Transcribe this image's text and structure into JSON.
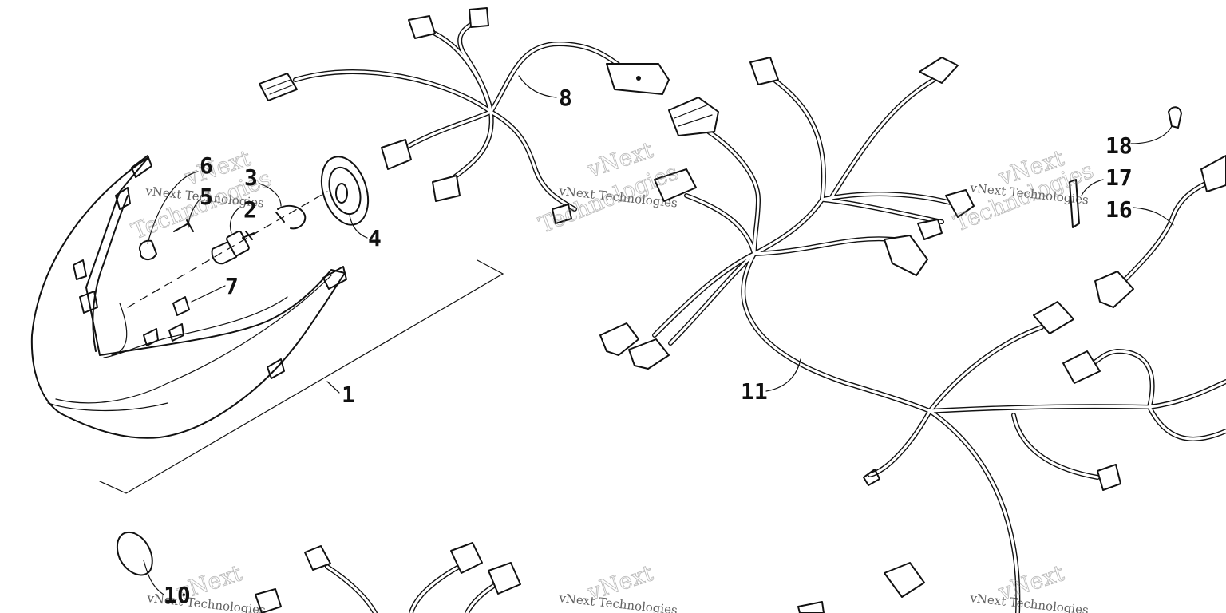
{
  "callouts": [
    {
      "id": "c1",
      "text": "1"
    },
    {
      "id": "c2",
      "text": "2"
    },
    {
      "id": "c3",
      "text": "3"
    },
    {
      "id": "c4",
      "text": "4"
    },
    {
      "id": "c5",
      "text": "5"
    },
    {
      "id": "c6",
      "text": "6"
    },
    {
      "id": "c7",
      "text": "7"
    },
    {
      "id": "c8",
      "text": "8"
    },
    {
      "id": "c10",
      "text": "10"
    },
    {
      "id": "c11",
      "text": "11"
    },
    {
      "id": "c16",
      "text": "16"
    },
    {
      "id": "c17",
      "text": "17"
    },
    {
      "id": "c18",
      "text": "18"
    }
  ],
  "watermark": {
    "brand_top": "vNext",
    "line_full": "vNext Technologies",
    "brand_bottom": "Technologies"
  }
}
